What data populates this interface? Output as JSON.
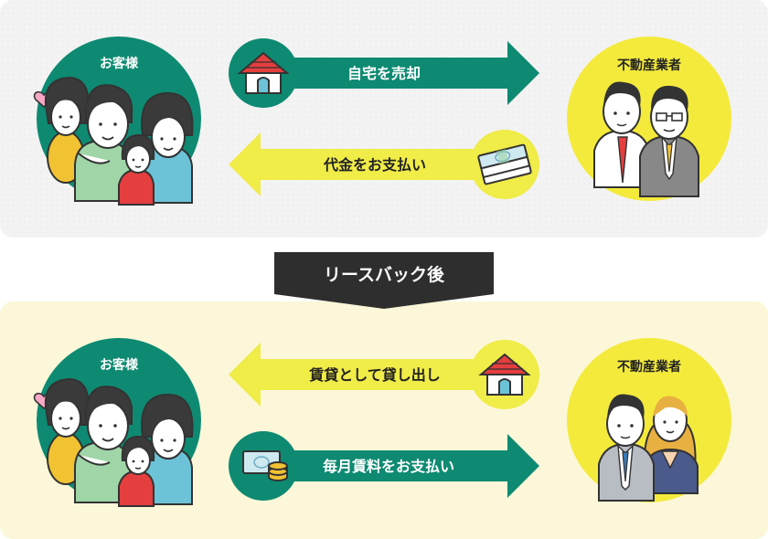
{
  "colors": {
    "teal": "#0e8a72",
    "yellow": "#f4ea3c",
    "arrow_yellow": "#f0ec48",
    "panel_before": "#f3f3f3",
    "panel_after": "#fbf7d8",
    "banner": "#2e2e2e",
    "outline": "#333333"
  },
  "top": {
    "customer_label": "お客様",
    "agent_label": "不動産業者",
    "arrow_right_label": "自宅を売却",
    "arrow_left_label": "代金をお支払い",
    "arrow_right_icon": "house-icon",
    "arrow_left_icon": "cash-bundle-icon"
  },
  "banner": {
    "label": "リースバック後"
  },
  "bottom": {
    "customer_label": "お客様",
    "agent_label": "不動産業者",
    "arrow_left_label": "賃貸として貸し出し",
    "arrow_right_label": "毎月賃料をお支払い",
    "arrow_left_icon": "house-icon",
    "arrow_right_icon": "money-coins-icon"
  }
}
